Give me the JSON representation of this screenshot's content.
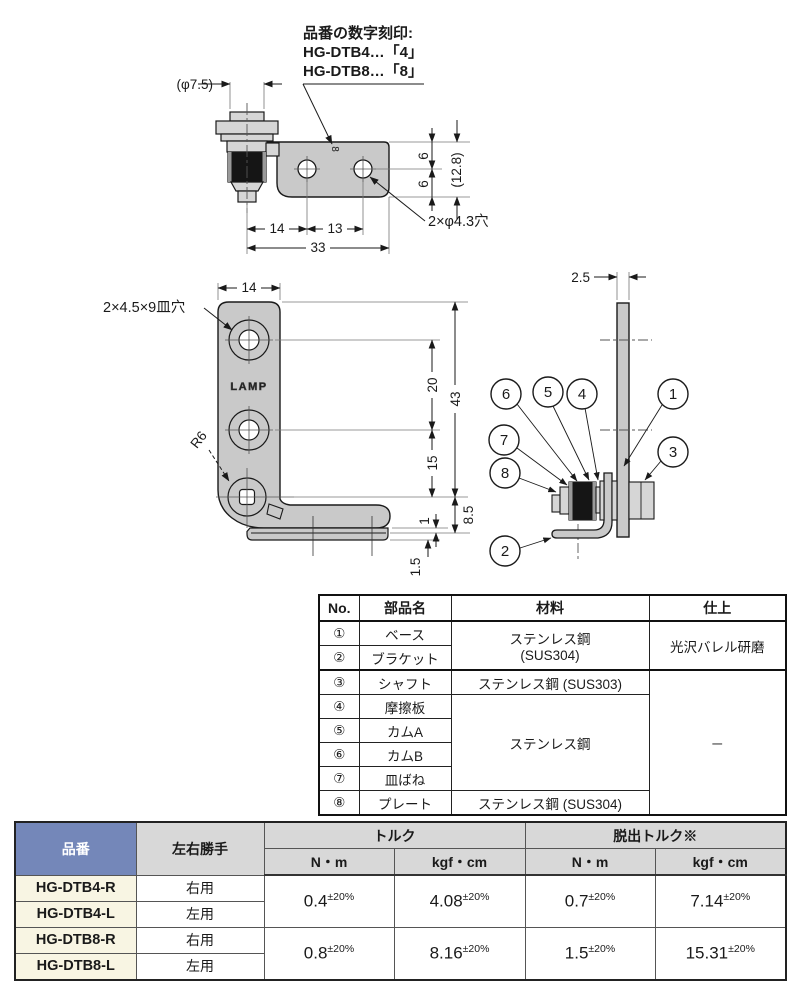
{
  "stamp_note": {
    "line1": "品番の数字刻印:",
    "line2": "HG-DTB4…「4」",
    "line3": "HG-DTB8…「8」"
  },
  "top_view": {
    "stamp": "8",
    "dims": {
      "knob_dia": "(φ7.5)",
      "pitch1": "14",
      "pitch2": "13",
      "overall_width": "33",
      "edge_top": "6",
      "edge_bottom": "6",
      "overall_height": "(12.8)",
      "hole_note": "2×φ4.3穴"
    }
  },
  "front_view": {
    "logo": "LAMP",
    "dims": {
      "arm_width": "14",
      "hole_note": "2×4.5×9皿穴",
      "corner_radius": "R6",
      "pitch_upper": "20",
      "pitch_lower": "15",
      "overall_height": "43",
      "pivot_to_bottom": "8.5",
      "step": "1",
      "plate_thickness": "1.5"
    }
  },
  "side_view": {
    "dims": {
      "base_thickness": "2.5"
    },
    "callouts": {
      "c1": "1",
      "c2": "2",
      "c3": "3",
      "c4": "4",
      "c5": "5",
      "c6": "6",
      "c7": "7",
      "c8": "8"
    }
  },
  "parts_table": {
    "headers": {
      "no": "No.",
      "name": "部品名",
      "material": "材料",
      "finish": "仕上"
    },
    "rows": [
      {
        "no": "①",
        "name": "ベース"
      },
      {
        "no": "②",
        "name": "ブラケット"
      },
      {
        "no": "③",
        "name": "シャフト"
      },
      {
        "no": "④",
        "name": "摩擦板"
      },
      {
        "no": "⑤",
        "name": "カムA"
      },
      {
        "no": "⑥",
        "name": "カムB"
      },
      {
        "no": "⑦",
        "name": "皿ばね"
      },
      {
        "no": "⑧",
        "name": "プレート"
      }
    ],
    "materials": {
      "base_bracket_line1": "ステンレス鋼",
      "base_bracket_line2": "(SUS304)",
      "shaft": "ステンレス鋼 (SUS303)",
      "middle_parts": "ステンレス鋼",
      "plate": "ステンレス鋼 (SUS304)"
    },
    "finishes": {
      "polished": "光沢バレル研磨",
      "none": "－"
    }
  },
  "spec_table": {
    "headers": {
      "part_no": "品番",
      "hand": "左右勝手",
      "torque": "トルク",
      "breakout_torque": "脱出トルク※",
      "unit_nm": "N・m",
      "unit_kgfcm": "kgf・cm"
    },
    "rows": [
      {
        "part_no": "HG-DTB4-R",
        "hand": "右用"
      },
      {
        "part_no": "HG-DTB4-L",
        "hand": "左用"
      },
      {
        "part_no": "HG-DTB8-R",
        "hand": "右用"
      },
      {
        "part_no": "HG-DTB8-L",
        "hand": "左用"
      }
    ],
    "values": {
      "tolerance": "±20%",
      "dtb4": {
        "torque_nm": "0.4",
        "torque_kgfcm": "4.08",
        "breakout_nm": "0.7",
        "breakout_kgfcm": "7.14"
      },
      "dtb8": {
        "torque_nm": "0.8",
        "torque_kgfcm": "8.16",
        "breakout_nm": "1.5",
        "breakout_kgfcm": "15.31"
      }
    },
    "colors": {
      "header_blue": "#7487b9",
      "header_gray": "#d8d8d8",
      "part_no_bg": "#f8f5e3",
      "drawing_gray": "#c9c9c9"
    }
  }
}
